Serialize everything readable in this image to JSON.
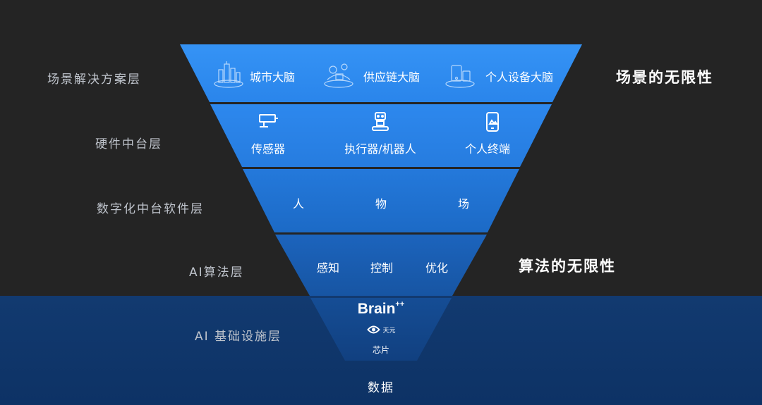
{
  "colors": {
    "background_top": "#242424",
    "background_bottom": "#123a70",
    "layer_1": "#2f8af0",
    "layer_2": "#2a82e6",
    "layer_3": "#2174d2",
    "layer_4": "#1a5fb0",
    "layer_5": "#14498c",
    "label_gray": "#bfc4cc"
  },
  "left_labels": {
    "scene": "场景解决方案层",
    "hardware": "硬件中台层",
    "software": "数字化中台软件层",
    "algorithm": "AI算法层",
    "infrastructure": "AI 基础设施层"
  },
  "right_labels": {
    "scene_infinity": "场景的无限性",
    "algorithm_infinity": "算法的无限性"
  },
  "scene_layer": {
    "items": [
      {
        "label": "城市大脑",
        "icon": "city-illustration-icon"
      },
      {
        "label": "供应链大脑",
        "icon": "supply-chain-illustration-icon"
      },
      {
        "label": "个人设备大脑",
        "icon": "personal-device-illustration-icon"
      }
    ]
  },
  "hardware_layer": {
    "items": [
      {
        "label": "传感器",
        "icon": "camera-sensor-icon"
      },
      {
        "label": "执行器/机器人",
        "icon": "robot-icon"
      },
      {
        "label": "个人终端",
        "icon": "phone-icon"
      }
    ]
  },
  "software_layer": {
    "items": [
      "人",
      "物",
      "场"
    ]
  },
  "algorithm_layer": {
    "items": [
      "感知",
      "控制",
      "优化"
    ]
  },
  "infrastructure_layer": {
    "brain_logo": "Brain",
    "brain_logo_suffix": "++",
    "tianyuan_logo_text": "天元",
    "chip_label": "芯片"
  },
  "bottom": {
    "data_label": "数据"
  }
}
